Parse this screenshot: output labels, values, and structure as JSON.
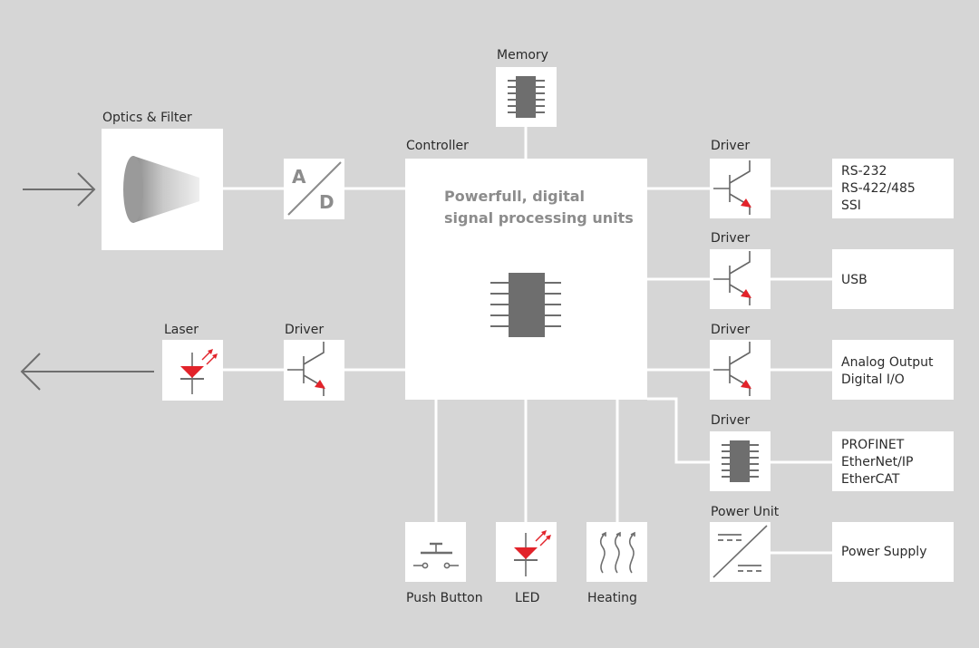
{
  "labels": {
    "memory": "Memory",
    "optics": "Optics & Filter",
    "controller": "Controller",
    "ad_a": "A",
    "ad_d": "D",
    "laser": "Laser",
    "laser_driver": "Driver",
    "driver_1": "Driver",
    "driver_2": "Driver",
    "driver_3": "Driver",
    "driver_4": "Driver",
    "power_unit": "Power Unit",
    "push_button": "Push Button",
    "led": "LED",
    "heating": "Heating"
  },
  "controller_text": {
    "line1": "Powerfull, digital",
    "line2": "signal processing units"
  },
  "interfaces": {
    "serial": [
      "RS-232",
      "RS-422/485",
      "SSI"
    ],
    "usb": [
      "USB"
    ],
    "analog": [
      "Analog Output",
      "Digital I/O"
    ],
    "fieldbus": [
      "PROFINET",
      "EtherNet/IP",
      "EtherCAT"
    ],
    "power": [
      "Power Supply"
    ]
  },
  "colors": {
    "background": "#d6d6d6",
    "box": "#ffffff",
    "accent_red": "#e2232a",
    "arrow": "#6e6e6e",
    "controller_text": "#8c8c8c"
  }
}
